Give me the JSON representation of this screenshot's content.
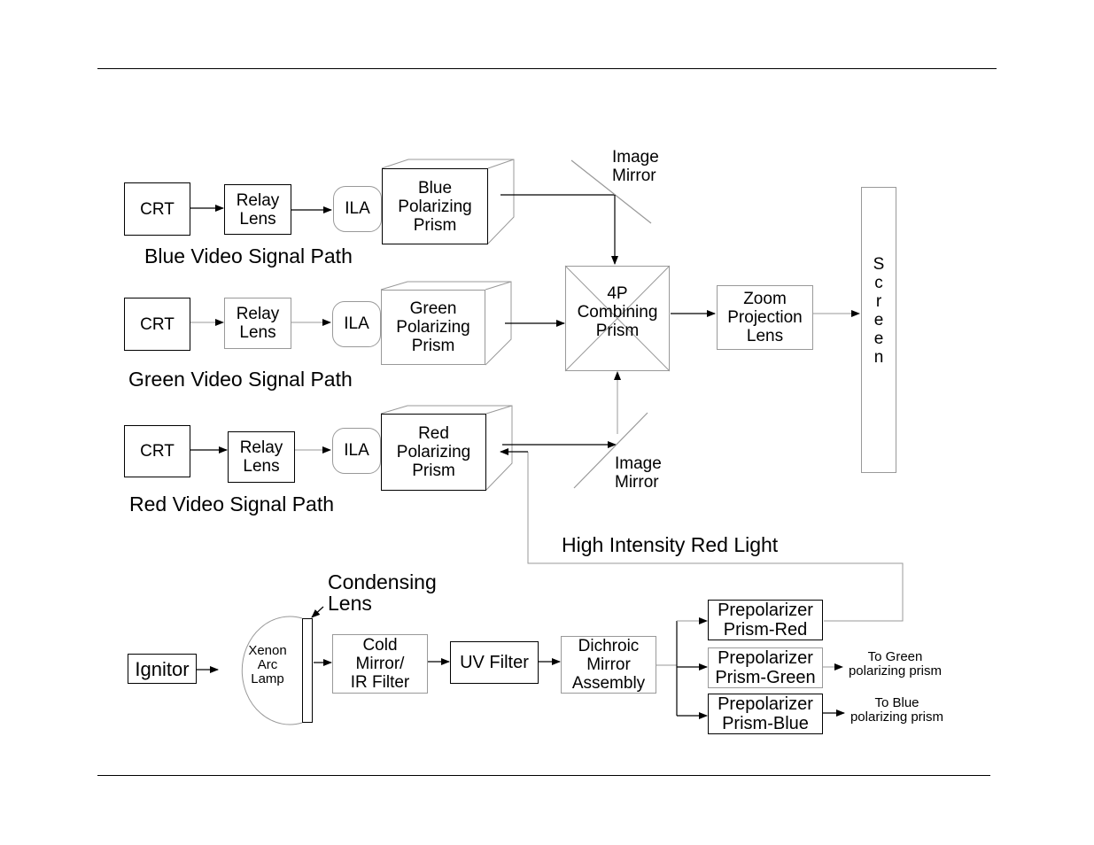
{
  "blue_path": {
    "crt": "CRT",
    "relay": "Relay\nLens",
    "ila": "ILA",
    "prism": "Blue\nPolarizing\nPrism",
    "label": "Blue Video Signal Path"
  },
  "green_path": {
    "crt": "CRT",
    "relay": "Relay\nLens",
    "ila": "ILA",
    "prism": "Green\nPolarizing\nPrism",
    "label": "Green Video Signal Path"
  },
  "red_path": {
    "crt": "CRT",
    "relay": "Relay\nLens",
    "ila": "ILA",
    "prism": "Red\nPolarizing\nPrism",
    "label": "Red Video Signal Path"
  },
  "image_mirror_top": "Image\nMirror",
  "image_mirror_bottom": "Image\nMirror",
  "combining_prism": "4P\nCombining\nPrism",
  "zoom_lens": "Zoom\nProjection\nLens",
  "screen": "S\nc\nr\ne\ne\nn",
  "red_light_label": "High Intensity Red Light",
  "illumination": {
    "ignitor": "Ignitor",
    "lamp": "Xenon\nArc\nLamp",
    "condensing_lens": "Condensing\nLens",
    "cold_mirror": "Cold\nMirror/\nIR Filter",
    "uv_filter": "UV Filter",
    "dichroic": "Dichroic\nMirror\nAssembly",
    "prepol_red": "Prepolarizer\nPrism-Red",
    "prepol_green": "Prepolarizer\nPrism-Green",
    "prepol_blue": "Prepolarizer\nPrism-Blue",
    "to_green": "To Green\npolarizing prism",
    "to_blue": "To Blue\npolarizing prism"
  }
}
